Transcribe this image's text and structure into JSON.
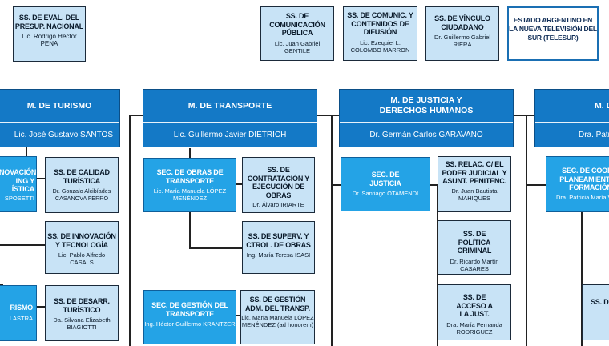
{
  "top_row": [
    {
      "title": "SS. DE EVAL. DEL PRESUP. NACIONAL",
      "name": "Lic. Rodrigo Héctor PENA"
    },
    {
      "title": "SS. DE COMUNICACIÓN PÚBLICA",
      "name": "Lic. Juan Gabriel GENTILE"
    },
    {
      "title": "SS. DE COMUNIC. Y CONTENIDOS DE DIFUSIÓN",
      "name": "Lic. Ezequiel L. COLOMBO MARRON"
    },
    {
      "title": "SS. DE VÍNCULO CIUDADANO",
      "name": "Dr. Guillermo Gabriel RIERA"
    },
    {
      "title": "ESTADO ARGENTINO EN LA NUEVA TELEVISIÓN DEL SUR (TELESUR)",
      "name": ""
    }
  ],
  "ministries": [
    {
      "title": "M. DE TURISMO",
      "minister": "Lic. José Gustavo SANTOS"
    },
    {
      "title": "M. DE TRANSPORTE",
      "minister": "Lic. Guillermo Javier DIETRICH"
    },
    {
      "title": "M. DE JUSTICIA Y DERECHOS HUMANOS",
      "minister": "Dr. Germán Carlos GARAVANO"
    },
    {
      "title": "M. DE",
      "minister": "Dra. Patricia"
    }
  ],
  "turismo": {
    "partial_boxes": [
      {
        "title": "NOVACIÓN, ING Y ÍSTICA",
        "name": "SPOSETTI"
      },
      {
        "title": "RISMO",
        "name": "LASTRA"
      }
    ],
    "boxes": [
      {
        "title": "SS. DE CALIDAD TURÍSTICA",
        "name": "Dr. Gonzalo Alcibíades CASANOVA FERRO"
      },
      {
        "title": "SS. DE INNOVACIÓN Y TECNOLOGÍA",
        "name": "Lic. Pablo Alfredo CASALS"
      },
      {
        "title": "SS. DE DESARR. TURÍSTICO",
        "name": "Da. Silvana Elizabeth BIAGIOTTI"
      }
    ]
  },
  "transporte": {
    "sec1": {
      "title": "SEC. DE OBRAS DE TRANSPORTE",
      "name": "Lic. María Manuela LÓPEZ MENÉNDEZ"
    },
    "ss1": {
      "title": "SS. DE CONTRATACIÓN Y EJECUCIÓN DE OBRAS",
      "name": "Dr. Álvaro IRIARTE"
    },
    "ss2": {
      "title": "SS. DE SUPERV. Y CTROL. DE OBRAS",
      "name": "Ing. María Teresa ISASI"
    },
    "sec2": {
      "title": "SEC. DE GESTIÓN DEL TRANSPORTE",
      "name": "Ing. Héctor Guillermo KRANTZER"
    },
    "ss3": {
      "title": "SS. DE GESTIÓN ADM. DEL TRANSP.",
      "name": "Lic. María Manuela LÓPEZ MENÉNDEZ (ad honorem)"
    }
  },
  "justicia": {
    "sec1": {
      "title": "SEC. DE JUSTICIA",
      "name": "Dr. Santiago OTAMENDI"
    },
    "ss1": {
      "title": "SS. RELAC. C/ EL PODER JUDICIAL Y ASUNT. PENITENC.",
      "name": "Dr. Juan Bautista MAHIQUES"
    },
    "ss2": {
      "title": "SS. DE POLÍTICA CRIMINAL",
      "name": "Dr. Ricardo Martín CASARES"
    },
    "ss3": {
      "title": "SS. DE ACCESO A LA JUST.",
      "name": "Dra. María Fernanda RODRIGUEZ"
    }
  },
  "last": {
    "sec1": {
      "title": "SEC. DE COORD. PLANEAMIENTO Y FORMACIÓN",
      "name": "Dra. Patricia María VÁSQ"
    },
    "partial": {
      "title": "SS. DE COORD."
    }
  }
}
